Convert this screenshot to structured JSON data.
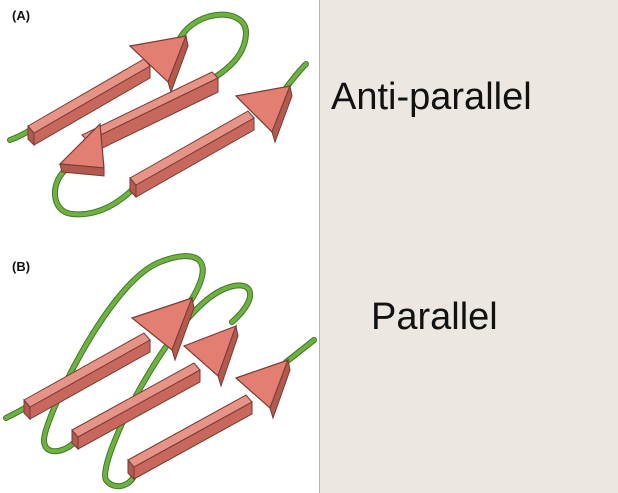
{
  "panels": [
    {
      "label": "(A)",
      "caption": "Anti-parallel"
    },
    {
      "label": "(B)",
      "caption": "Parallel"
    }
  ],
  "colors": {
    "strand_top": "#e79488",
    "strand_side": "#c8675b",
    "strand_edge": "#7a3a34",
    "loop": "#6fb043",
    "loop_edge": "#3f7a23",
    "background": "#ece8e1",
    "panel": "#ffffff"
  }
}
